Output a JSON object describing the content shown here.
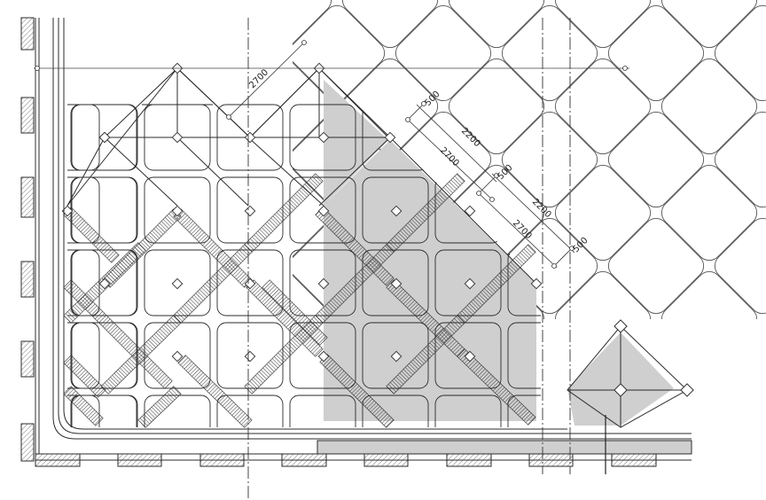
{
  "drawing": {
    "type": "architectural floor plan — diagonal paving grid",
    "colors": {
      "line": "#2b2b2b",
      "fill_gray": "#cfcfcf",
      "hatch": "#3a3a3a",
      "wall_hatch": "#7a7a7a",
      "background": "#ffffff"
    }
  },
  "dimensions": [
    {
      "label": "2700"
    },
    {
      "label": "500"
    },
    {
      "label": "2200"
    },
    {
      "label": "2700"
    },
    {
      "label": "500"
    },
    {
      "label": "2200"
    },
    {
      "label": "2700"
    },
    {
      "label": "500"
    }
  ]
}
